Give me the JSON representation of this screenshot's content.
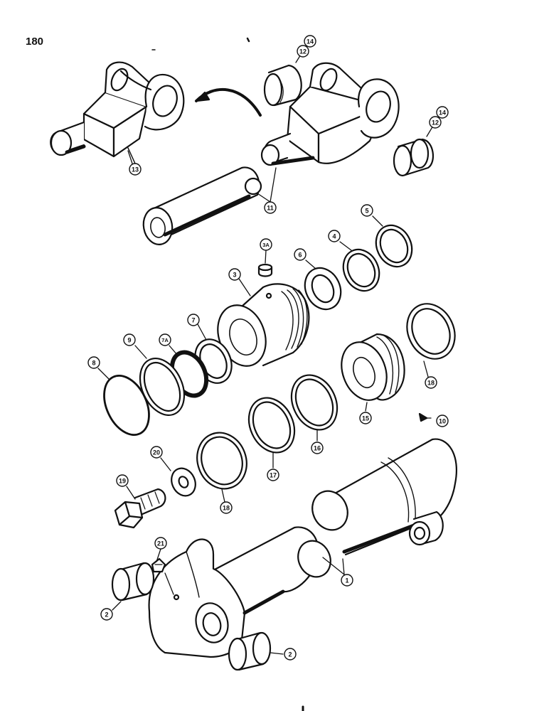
{
  "page_number": "180",
  "callouts": [
    {
      "id": "c14a",
      "label": "14"
    },
    {
      "id": "c12a",
      "label": "12"
    },
    {
      "id": "c14b",
      "label": "14"
    },
    {
      "id": "c12b",
      "label": "12"
    },
    {
      "id": "c13",
      "label": "13"
    },
    {
      "id": "c11",
      "label": "11"
    },
    {
      "id": "c5",
      "label": "5"
    },
    {
      "id": "c4",
      "label": "4"
    },
    {
      "id": "c6",
      "label": "6"
    },
    {
      "id": "c3A",
      "label": "3A"
    },
    {
      "id": "c3",
      "label": "3"
    },
    {
      "id": "c7",
      "label": "7"
    },
    {
      "id": "c7A",
      "label": "7A"
    },
    {
      "id": "c9",
      "label": "9"
    },
    {
      "id": "c8",
      "label": "8"
    },
    {
      "id": "c18a",
      "label": "18"
    },
    {
      "id": "c15",
      "label": "15"
    },
    {
      "id": "c16",
      "label": "16"
    },
    {
      "id": "c17",
      "label": "17"
    },
    {
      "id": "c10",
      "label": "10"
    },
    {
      "id": "c20",
      "label": "20"
    },
    {
      "id": "c19",
      "label": "19"
    },
    {
      "id": "c18b",
      "label": "18"
    },
    {
      "id": "c21",
      "label": "21"
    },
    {
      "id": "c1",
      "label": "1"
    },
    {
      "id": "c2a",
      "label": "2"
    },
    {
      "id": "c2b",
      "label": "2"
    }
  ]
}
